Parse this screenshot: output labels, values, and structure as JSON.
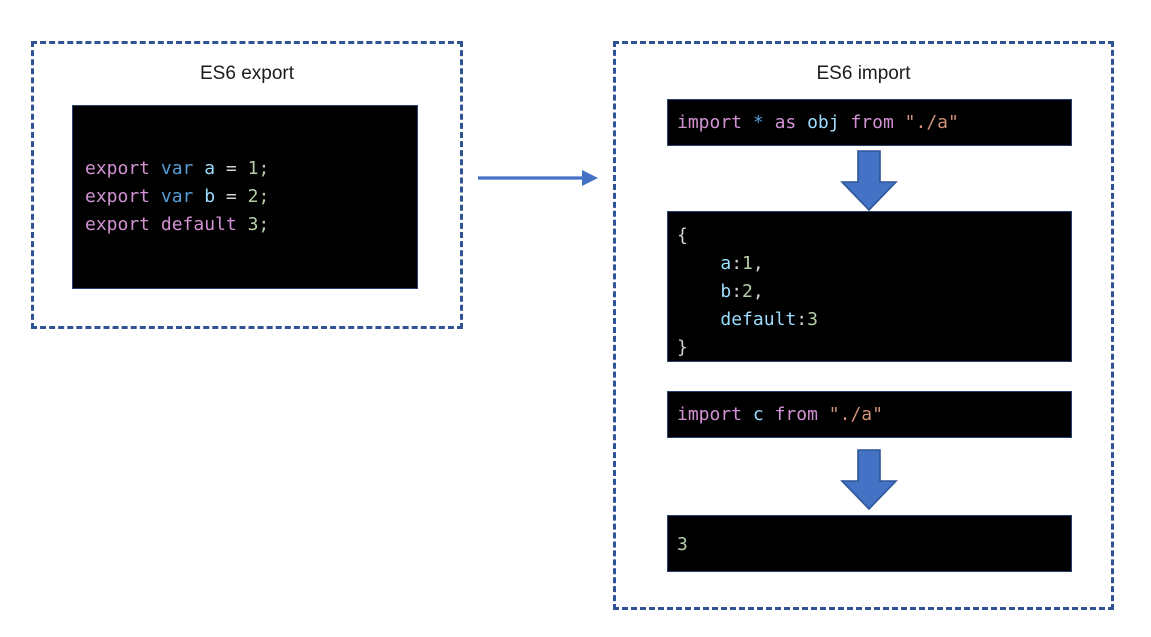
{
  "diagram": {
    "title_left": "ES6 export",
    "title_right": "ES6 import",
    "accent_border": "#2E5496",
    "accent_arrow": "#4472C4",
    "arrow_outline": "#2E5496",
    "code_bg": "#000000"
  },
  "export_panel": {
    "title": "ES6 export",
    "code_lines": [
      {
        "tokens": [
          {
            "t": "export",
            "c": "keyword"
          },
          {
            "t": " ",
            "c": "plain"
          },
          {
            "t": "var",
            "c": "var"
          },
          {
            "t": " ",
            "c": "plain"
          },
          {
            "t": "a",
            "c": "ident"
          },
          {
            "t": " = ",
            "c": "operator"
          },
          {
            "t": "1",
            "c": "number"
          },
          {
            "t": ";",
            "c": "number"
          }
        ]
      },
      {
        "tokens": [
          {
            "t": "export",
            "c": "keyword"
          },
          {
            "t": " ",
            "c": "plain"
          },
          {
            "t": "var",
            "c": "var"
          },
          {
            "t": " ",
            "c": "plain"
          },
          {
            "t": "b",
            "c": "ident"
          },
          {
            "t": " = ",
            "c": "operator"
          },
          {
            "t": "2",
            "c": "number"
          },
          {
            "t": ";",
            "c": "number"
          }
        ]
      },
      {
        "tokens": [
          {
            "t": "export",
            "c": "keyword"
          },
          {
            "t": " ",
            "c": "plain"
          },
          {
            "t": "default",
            "c": "keyword"
          },
          {
            "t": " ",
            "c": "plain"
          },
          {
            "t": "3",
            "c": "number"
          },
          {
            "t": ";",
            "c": "number"
          }
        ]
      }
    ],
    "plain_text": "export var a = 1;\nexport var b = 2;\nexport default 3;"
  },
  "import_panel": {
    "title": "ES6 import",
    "blocks": [
      {
        "name": "import-namespace-statement",
        "plain_text": "import * as obj from \"./a\"",
        "lines": [
          {
            "tokens": [
              {
                "t": "import",
                "c": "keyword"
              },
              {
                "t": " ",
                "c": "plain"
              },
              {
                "t": "*",
                "c": "star"
              },
              {
                "t": " ",
                "c": "plain"
              },
              {
                "t": "as",
                "c": "keyword"
              },
              {
                "t": " ",
                "c": "plain"
              },
              {
                "t": "obj",
                "c": "ident"
              },
              {
                "t": " ",
                "c": "plain"
              },
              {
                "t": "from",
                "c": "keyword"
              },
              {
                "t": " ",
                "c": "plain"
              },
              {
                "t": "\"./a\"",
                "c": "string"
              }
            ]
          }
        ]
      },
      {
        "name": "namespace-object-result",
        "plain_text": "{\n    a:1,\n    b:2,\n    default:3\n}",
        "lines": [
          {
            "tokens": [
              {
                "t": "{",
                "c": "operator"
              }
            ]
          },
          {
            "tokens": [
              {
                "t": "    ",
                "c": "plain"
              },
              {
                "t": "a",
                "c": "ident"
              },
              {
                "t": ":",
                "c": "operator"
              },
              {
                "t": "1",
                "c": "number"
              },
              {
                "t": ",",
                "c": "operator"
              }
            ]
          },
          {
            "tokens": [
              {
                "t": "    ",
                "c": "plain"
              },
              {
                "t": "b",
                "c": "ident"
              },
              {
                "t": ":",
                "c": "operator"
              },
              {
                "t": "2",
                "c": "number"
              },
              {
                "t": ",",
                "c": "operator"
              }
            ]
          },
          {
            "tokens": [
              {
                "t": "    ",
                "c": "plain"
              },
              {
                "t": "default",
                "c": "ident"
              },
              {
                "t": ":",
                "c": "operator"
              },
              {
                "t": "3",
                "c": "number"
              }
            ]
          },
          {
            "tokens": [
              {
                "t": "}",
                "c": "operator"
              }
            ]
          }
        ]
      },
      {
        "name": "import-default-statement",
        "plain_text": "import c from \"./a\"",
        "lines": [
          {
            "tokens": [
              {
                "t": "import",
                "c": "keyword"
              },
              {
                "t": " ",
                "c": "plain"
              },
              {
                "t": "c",
                "c": "ident"
              },
              {
                "t": " ",
                "c": "plain"
              },
              {
                "t": "from",
                "c": "keyword"
              },
              {
                "t": " ",
                "c": "plain"
              },
              {
                "t": "\"./a\"",
                "c": "string"
              }
            ]
          }
        ]
      },
      {
        "name": "default-value-result",
        "plain_text": "3",
        "lines": [
          {
            "tokens": [
              {
                "t": "3",
                "c": "number"
              }
            ]
          }
        ]
      }
    ]
  },
  "arrows": {
    "export_to_import": "arrow-right",
    "down_1": "arrow-down",
    "down_2": "arrow-down"
  }
}
